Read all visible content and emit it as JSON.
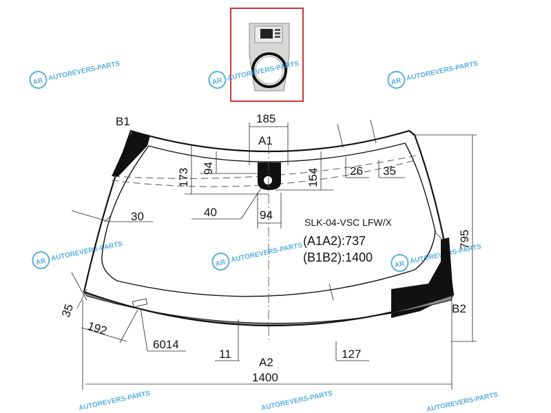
{
  "part_code": "SLK-04-VSC LFW/X",
  "a1a2_label": "(A1A2):737",
  "b1b2_label": "(B1B2):1400",
  "points": {
    "a1": "A1",
    "a2": "A2",
    "b1": "B1",
    "b2": "B2"
  },
  "dimensions": {
    "d185": "185",
    "d173": "173",
    "d94_top": "94",
    "d154": "154",
    "d26": "26",
    "d35_right": "35",
    "d30": "30",
    "d40": "40",
    "d94_bottom": "94",
    "d795": "795",
    "d35_left": "35",
    "d192": "192",
    "d6014": "6014",
    "d11": "11",
    "d127": "127",
    "d1400": "1400"
  },
  "watermark": {
    "text": "AUTOREVERS-PARTS",
    "logo": "AR"
  },
  "colors": {
    "frit": "#111111",
    "border": "#cc3333",
    "bottom_band": "#8a8a8a",
    "watermark": "#3aa0d8"
  }
}
